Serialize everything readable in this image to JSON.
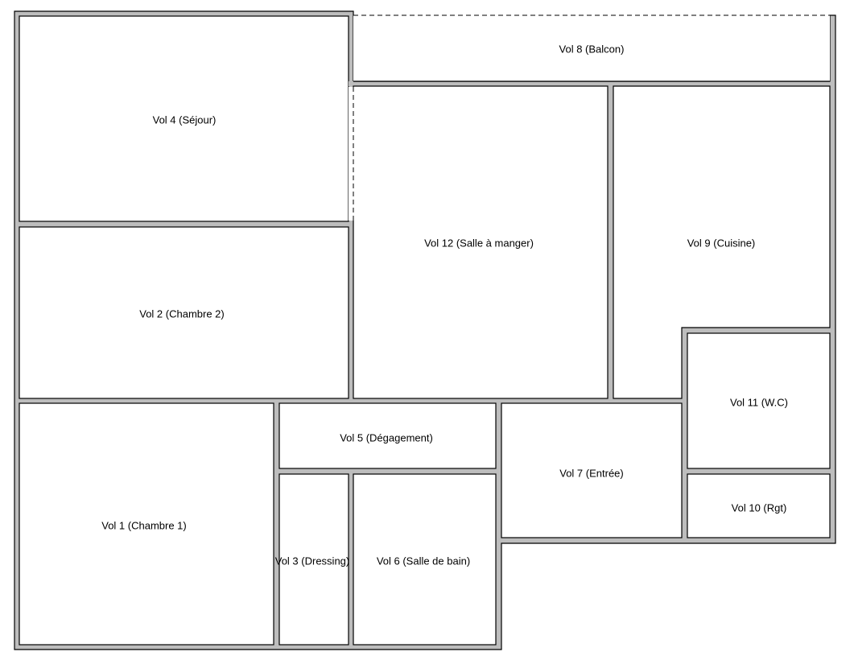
{
  "rooms": {
    "vol1": "Vol 1 (Chambre 1)",
    "vol2": "Vol 2 (Chambre 2)",
    "vol3": "Vol 3 (Dressing)",
    "vol4": "Vol 4 (Séjour)",
    "vol5": "Vol 5 (Dégagement)",
    "vol6": "Vol 6 (Salle de bain)",
    "vol7": "Vol 7 (Entrée)",
    "vol8": "Vol 8 (Balcon)",
    "vol9": "Vol 9 (Cuisine)",
    "vol10": "Vol 10 (Rgt)",
    "vol11": "Vol 11 (W.C)",
    "vol12": "Vol 12 (Salle à manger)"
  }
}
